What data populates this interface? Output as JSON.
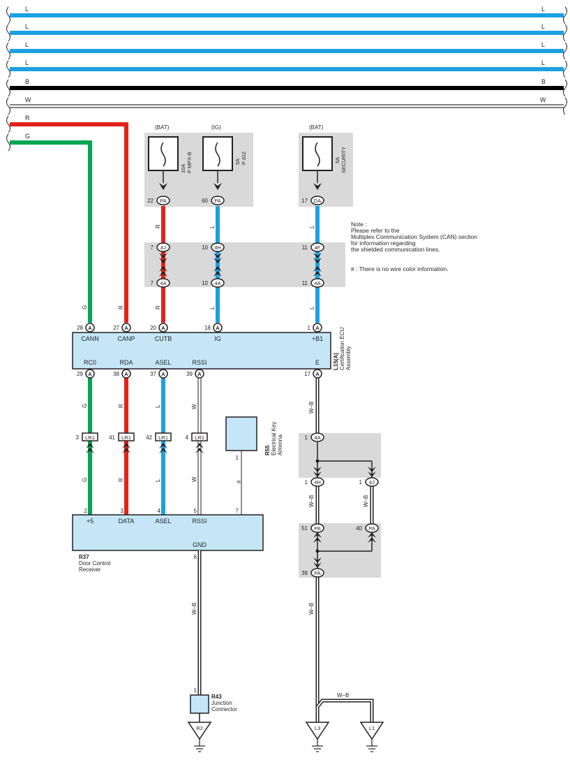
{
  "bus": {
    "lines": [
      {
        "label_left": "L",
        "label_right": "L",
        "color": "#1ba1e2"
      },
      {
        "label_left": "L",
        "label_right": "L",
        "color": "#1ba1e2"
      },
      {
        "label_left": "L",
        "label_right": "L",
        "color": "#1ba1e2"
      },
      {
        "label_left": "L",
        "label_right": "L",
        "color": "#1ba1e2"
      },
      {
        "label_left": "B",
        "label_right": "B",
        "color": "#000000"
      },
      {
        "label_left": "W",
        "label_right": "W",
        "color": "#ffffff"
      }
    ],
    "r_label": "R",
    "g_label": "G"
  },
  "fuses": [
    {
      "source": "(BAT)",
      "rating": "10A",
      "name": "P MPX-B",
      "pin": "22",
      "conn": "PA"
    },
    {
      "source": "(IG)",
      "rating": "5A",
      "name": "P IG2",
      "pin": "60",
      "conn": "PA"
    },
    {
      "source": "(BAT)",
      "rating": "5A",
      "name": "SECURITY",
      "pin": "17",
      "conn": "DA"
    }
  ],
  "note": {
    "lines": [
      "Note :",
      "Please refer to the",
      "Multiplex Communication System (CAN) section",
      "for information regarding",
      "the shielded communication lines."
    ],
    "hash": "# : There is no wire color information."
  },
  "junction_upper": {
    "top": [
      {
        "pin": "7",
        "conn": "4J"
      },
      {
        "pin": "10",
        "conn": "4H"
      },
      {
        "pin": "11",
        "conn": "4F"
      }
    ],
    "bottom": [
      {
        "pin": "7",
        "conn": "4A"
      },
      {
        "pin": "10",
        "conn": "4A"
      },
      {
        "pin": "11",
        "conn": "4A"
      }
    ]
  },
  "wire_colors": {
    "r": "R",
    "l": "L",
    "g": "G",
    "w": "W",
    "wb": "W–B",
    "hash": "#"
  },
  "colors": {
    "red": "#e2231a",
    "blue": "#1ba1e2",
    "green": "#00a651",
    "black": "#000000",
    "ecu_fill": "#c5e6f7",
    "junction_fill": "#d9d9d9"
  },
  "ecu": {
    "code": "L15(A)",
    "name1": "Certification ECU",
    "name2": "Assembly",
    "top_pins": [
      {
        "num": "28",
        "conn": "A",
        "label": "CANN"
      },
      {
        "num": "27",
        "conn": "A",
        "label": "CANP"
      },
      {
        "num": "20",
        "conn": "A",
        "label": "CUTB"
      },
      {
        "num": "18",
        "conn": "A",
        "label": "IG"
      },
      {
        "num": "1",
        "conn": "A",
        "label": "+B1"
      }
    ],
    "bottom_pins": [
      {
        "num": "29",
        "conn": "A",
        "label": "RC0"
      },
      {
        "num": "38",
        "conn": "A",
        "label": "RDA"
      },
      {
        "num": "37",
        "conn": "A",
        "label": "ASEL"
      },
      {
        "num": "39",
        "conn": "A",
        "label": "RSSI"
      },
      {
        "num": "17",
        "conn": "A",
        "label": "E"
      }
    ]
  },
  "lr1": [
    {
      "pin": "3",
      "conn": "LR1"
    },
    {
      "pin": "41",
      "conn": "LR1"
    },
    {
      "pin": "42",
      "conn": "LR1"
    },
    {
      "pin": "4",
      "conn": "LR1"
    }
  ],
  "antenna": {
    "code": "R55",
    "name1": "Electrical Key",
    "name2": "Antenna",
    "pin": "1"
  },
  "receiver": {
    "code": "R37",
    "name1": "Door Control",
    "name2": "Receiver",
    "pins": [
      {
        "num": "2",
        "label": "+5"
      },
      {
        "num": "3",
        "label": "DATA"
      },
      {
        "num": "4",
        "label": "ASEL"
      },
      {
        "num": "5",
        "label": "RSSI"
      },
      {
        "num": "7",
        "label": ""
      }
    ],
    "gnd_label": "GND",
    "gnd_pin": "6"
  },
  "junction_connector": {
    "code": "R43",
    "name1": "Junction",
    "name2": "Connector",
    "pin": "1"
  },
  "junction_lower": {
    "p1": {
      "pin": "1",
      "conn": "4A"
    },
    "p2": {
      "pin": "1",
      "conn": "4H"
    },
    "p3": {
      "pin": "1",
      "conn": "4J"
    },
    "p4": {
      "pin": "51",
      "conn": "PA"
    },
    "p5": {
      "pin": "40",
      "conn": "PA"
    },
    "p6": {
      "pin": "39",
      "conn": "PA"
    }
  },
  "grounds": [
    {
      "code": "R2"
    },
    {
      "code": "L3"
    },
    {
      "code": "L1"
    }
  ]
}
